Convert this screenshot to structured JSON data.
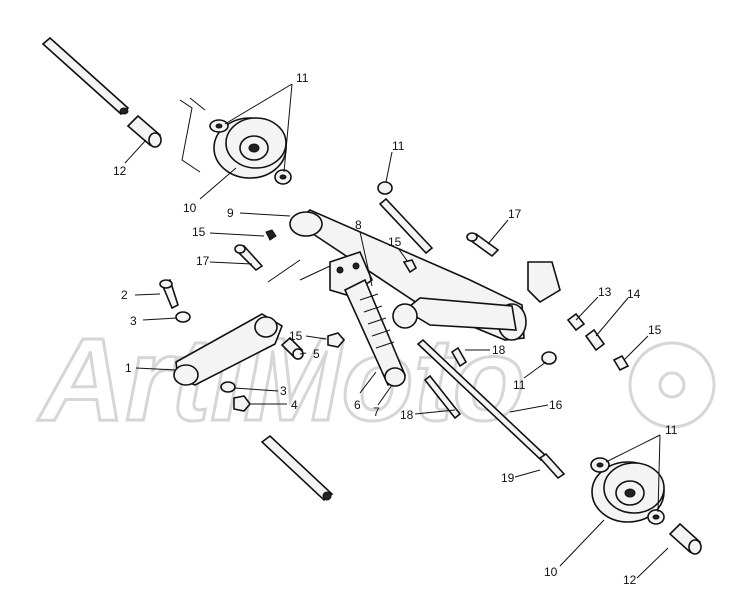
{
  "watermark": {
    "text": "ArtiMoto"
  },
  "callouts": {
    "c11a": "11",
    "c12a": "12",
    "c10a": "10",
    "c11b": "11",
    "c9": "9",
    "c8": "8",
    "c15a": "15",
    "c17a": "17",
    "c15b": "15",
    "c17b": "17",
    "c2": "2",
    "c3a": "3",
    "c15c": "15",
    "c5": "5",
    "c1": "1",
    "c3b": "3",
    "c4": "4",
    "c6": "6",
    "c7": "7",
    "c18a": "18",
    "c18b": "18",
    "c16": "16",
    "c13": "13",
    "c14": "14",
    "c15d": "15",
    "c11c": "11",
    "c19": "19",
    "c11d": "11",
    "c10b": "10",
    "c12b": "12"
  }
}
